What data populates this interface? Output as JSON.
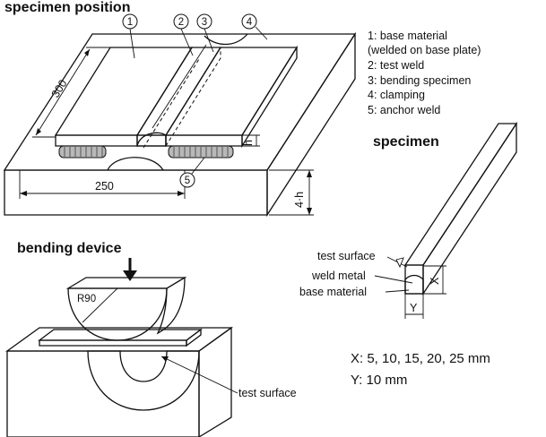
{
  "titles": {
    "specimen_position": "specimen position",
    "specimen": "specimen",
    "bending_device": "bending device"
  },
  "legend": [
    "1: base material",
    "(welded on base plate)",
    "2: test weld",
    "3: bending specimen",
    "4: clamping",
    "5: anchor weld"
  ],
  "callouts": [
    "1",
    "2",
    "3",
    "4",
    "5"
  ],
  "dimensions": {
    "length_300": "300",
    "width_250": "250",
    "thickness_h": "h",
    "plate_4h": "4·h",
    "specimen_x": "X",
    "specimen_y": "Y",
    "radius": "R90"
  },
  "specimen_labels": {
    "test_surface": "test surface",
    "weld_metal": "weld metal",
    "base_material": "base material"
  },
  "bending_labels": {
    "test_surface": "test surface"
  },
  "specs": {
    "x_values": "X: 5, 10, 15, 20, 25 mm",
    "y_value": "Y: 10 mm"
  },
  "colors": {
    "plate_fill": "#ffffff",
    "base_material_fill": "#dcdcdc",
    "weld_fill": "#a9a9a9",
    "specimen_fill": "#9a9a9a",
    "bead_fill": "#b8b8b8",
    "line": "#111111"
  }
}
